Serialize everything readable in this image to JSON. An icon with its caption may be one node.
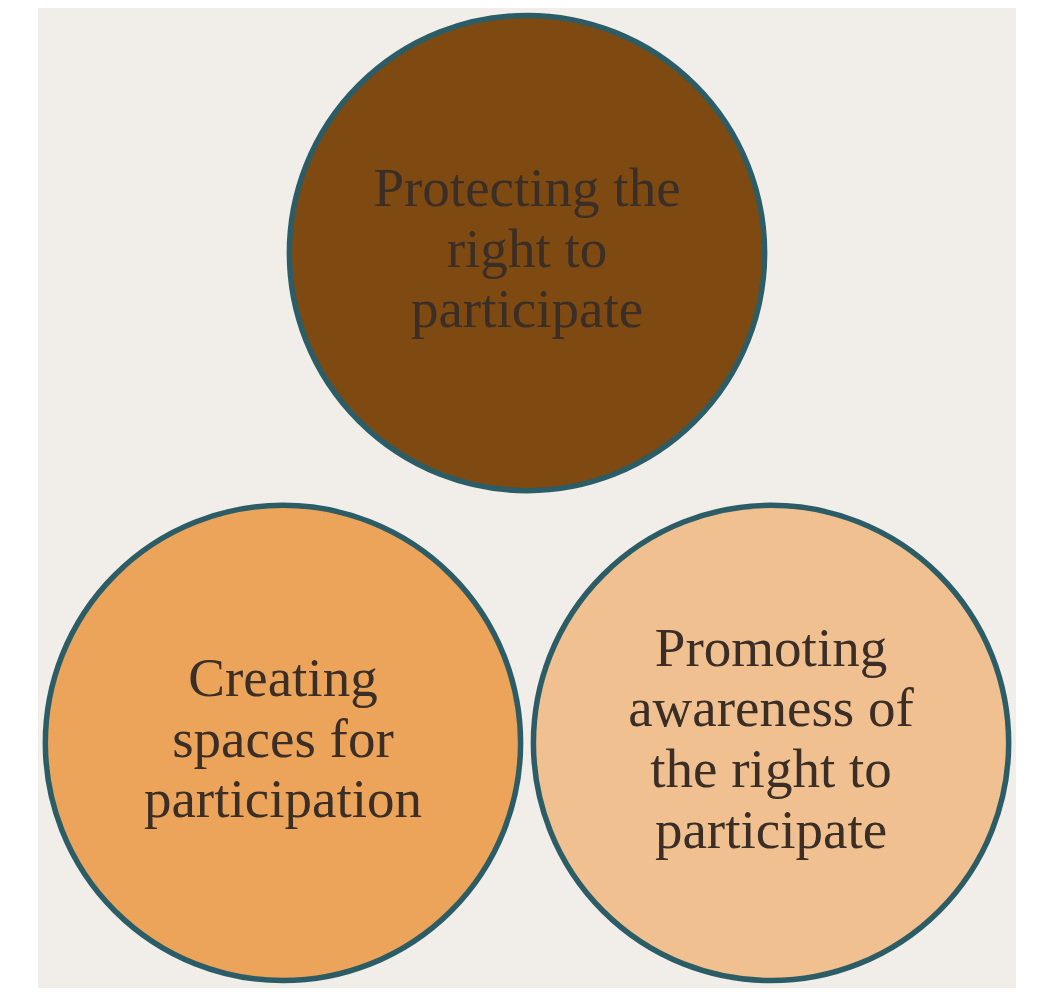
{
  "diagram": {
    "nodes": [
      {
        "text": [
          "Protecting the right to participate"
        ]
      },
      {
        "text": [
          "Creating spaces for participation"
        ]
      },
      {
        "text": [
          "Promoting awareness of the right to participate"
        ]
      }
    ]
  }
}
